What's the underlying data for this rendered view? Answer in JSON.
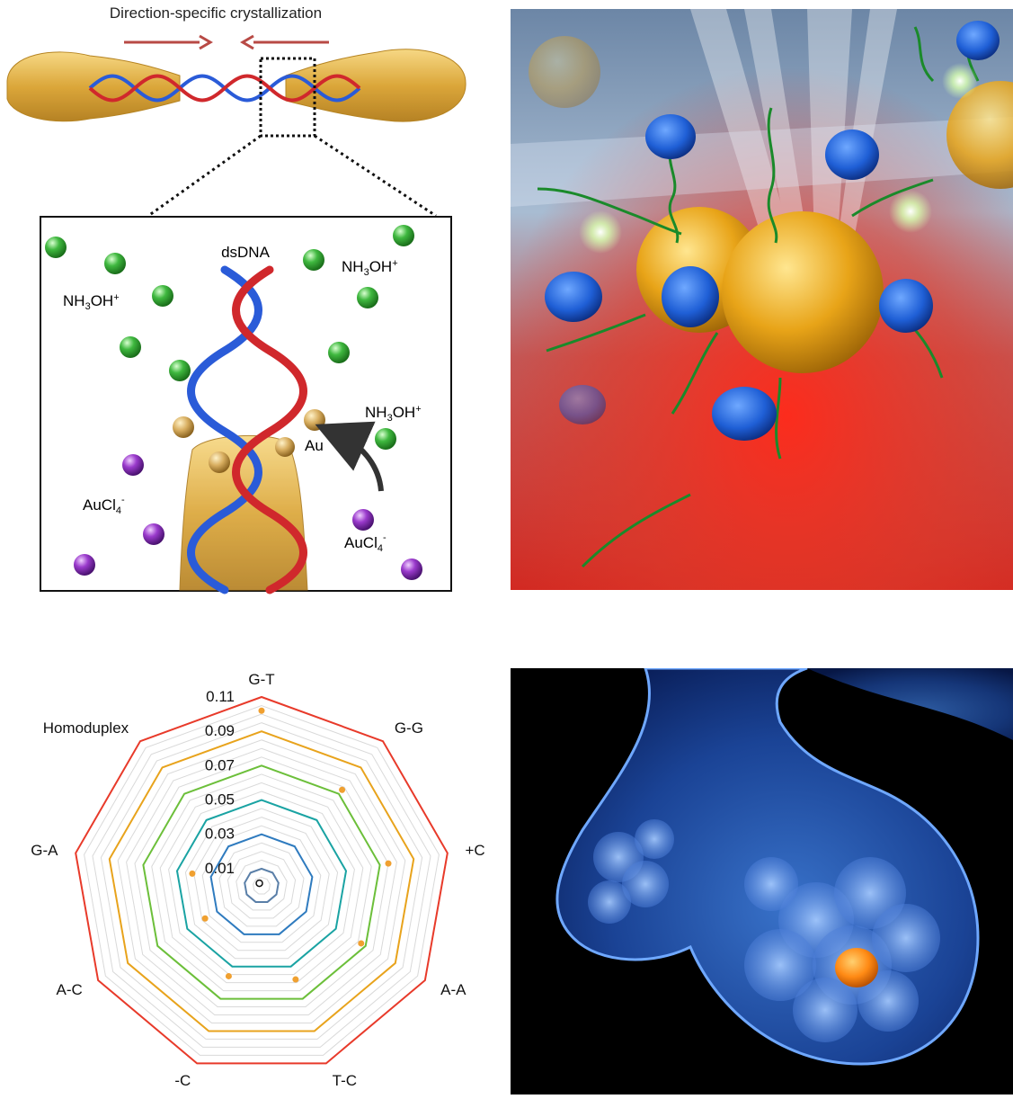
{
  "panel_a": {
    "title": "Direction-specific crystallization",
    "labels": {
      "dsdna": "dsDNA",
      "nh3oh_main": "NH",
      "nh3oh_sub": "3",
      "nh3oh_tail": "OH",
      "nh3oh_sup": "+",
      "au": "Au",
      "aucl_main": "AuCl",
      "aucl_sub": "4",
      "aucl_sup": "-"
    }
  },
  "chart_data": {
    "type": "radar",
    "categories": [
      "G-T",
      "G-G",
      "+C",
      "A-A",
      "T-C",
      "-C",
      "A-C",
      "G-A",
      "Homoduplex"
    ],
    "rings": [
      0.01,
      0.03,
      0.05,
      0.07,
      0.09,
      0.11
    ],
    "ring_labels": [
      "0.01",
      "0.03",
      "0.05",
      "0.07",
      "0.09",
      "0.11"
    ],
    "ring_colors": [
      "#5a7fa8",
      "#2f7bbf",
      "#1aa3a3",
      "#6cbf3a",
      "#e8a31c",
      "#e83a2a"
    ],
    "rlim": [
      0,
      0.11
    ],
    "grid": true,
    "series": [
      {
        "values": [
          0.102,
          0.073,
          0.075,
          0.067,
          0.058,
          0.056,
          0.038,
          0.041,
          0.002
        ],
        "color": "#f0a030"
      }
    ]
  },
  "colors": {
    "gold": "#d9a21c",
    "dna_blue": "#2a5bd8",
    "dna_red": "#d0282c",
    "nh3oh_green": "#2e9e2e",
    "aucl_purple": "#7a2aa8",
    "arrow_red": "#b84a45"
  }
}
